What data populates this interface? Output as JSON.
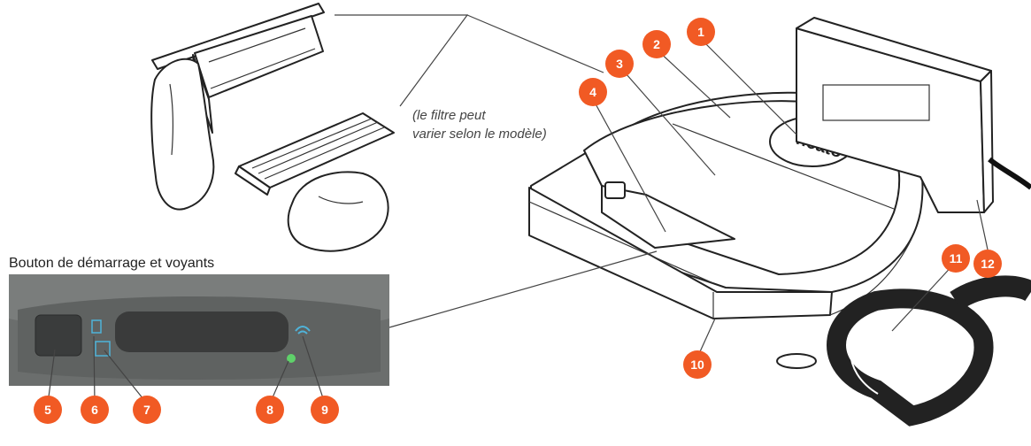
{
  "filter_note": {
    "line1": "(le filtre peut",
    "line2": "varier selon le modèle)"
  },
  "panel_title": "Bouton de démarrage et voyants",
  "logo_text": "neato",
  "callouts": [
    "1",
    "2",
    "3",
    "4",
    "5",
    "6",
    "7",
    "8",
    "9",
    "10",
    "11",
    "12"
  ],
  "colors": {
    "callout": "#f15a24",
    "panel_bg": "#6b6e6d",
    "indicator_blue": "#4fb3d9",
    "indicator_green": "#5fd16a"
  }
}
